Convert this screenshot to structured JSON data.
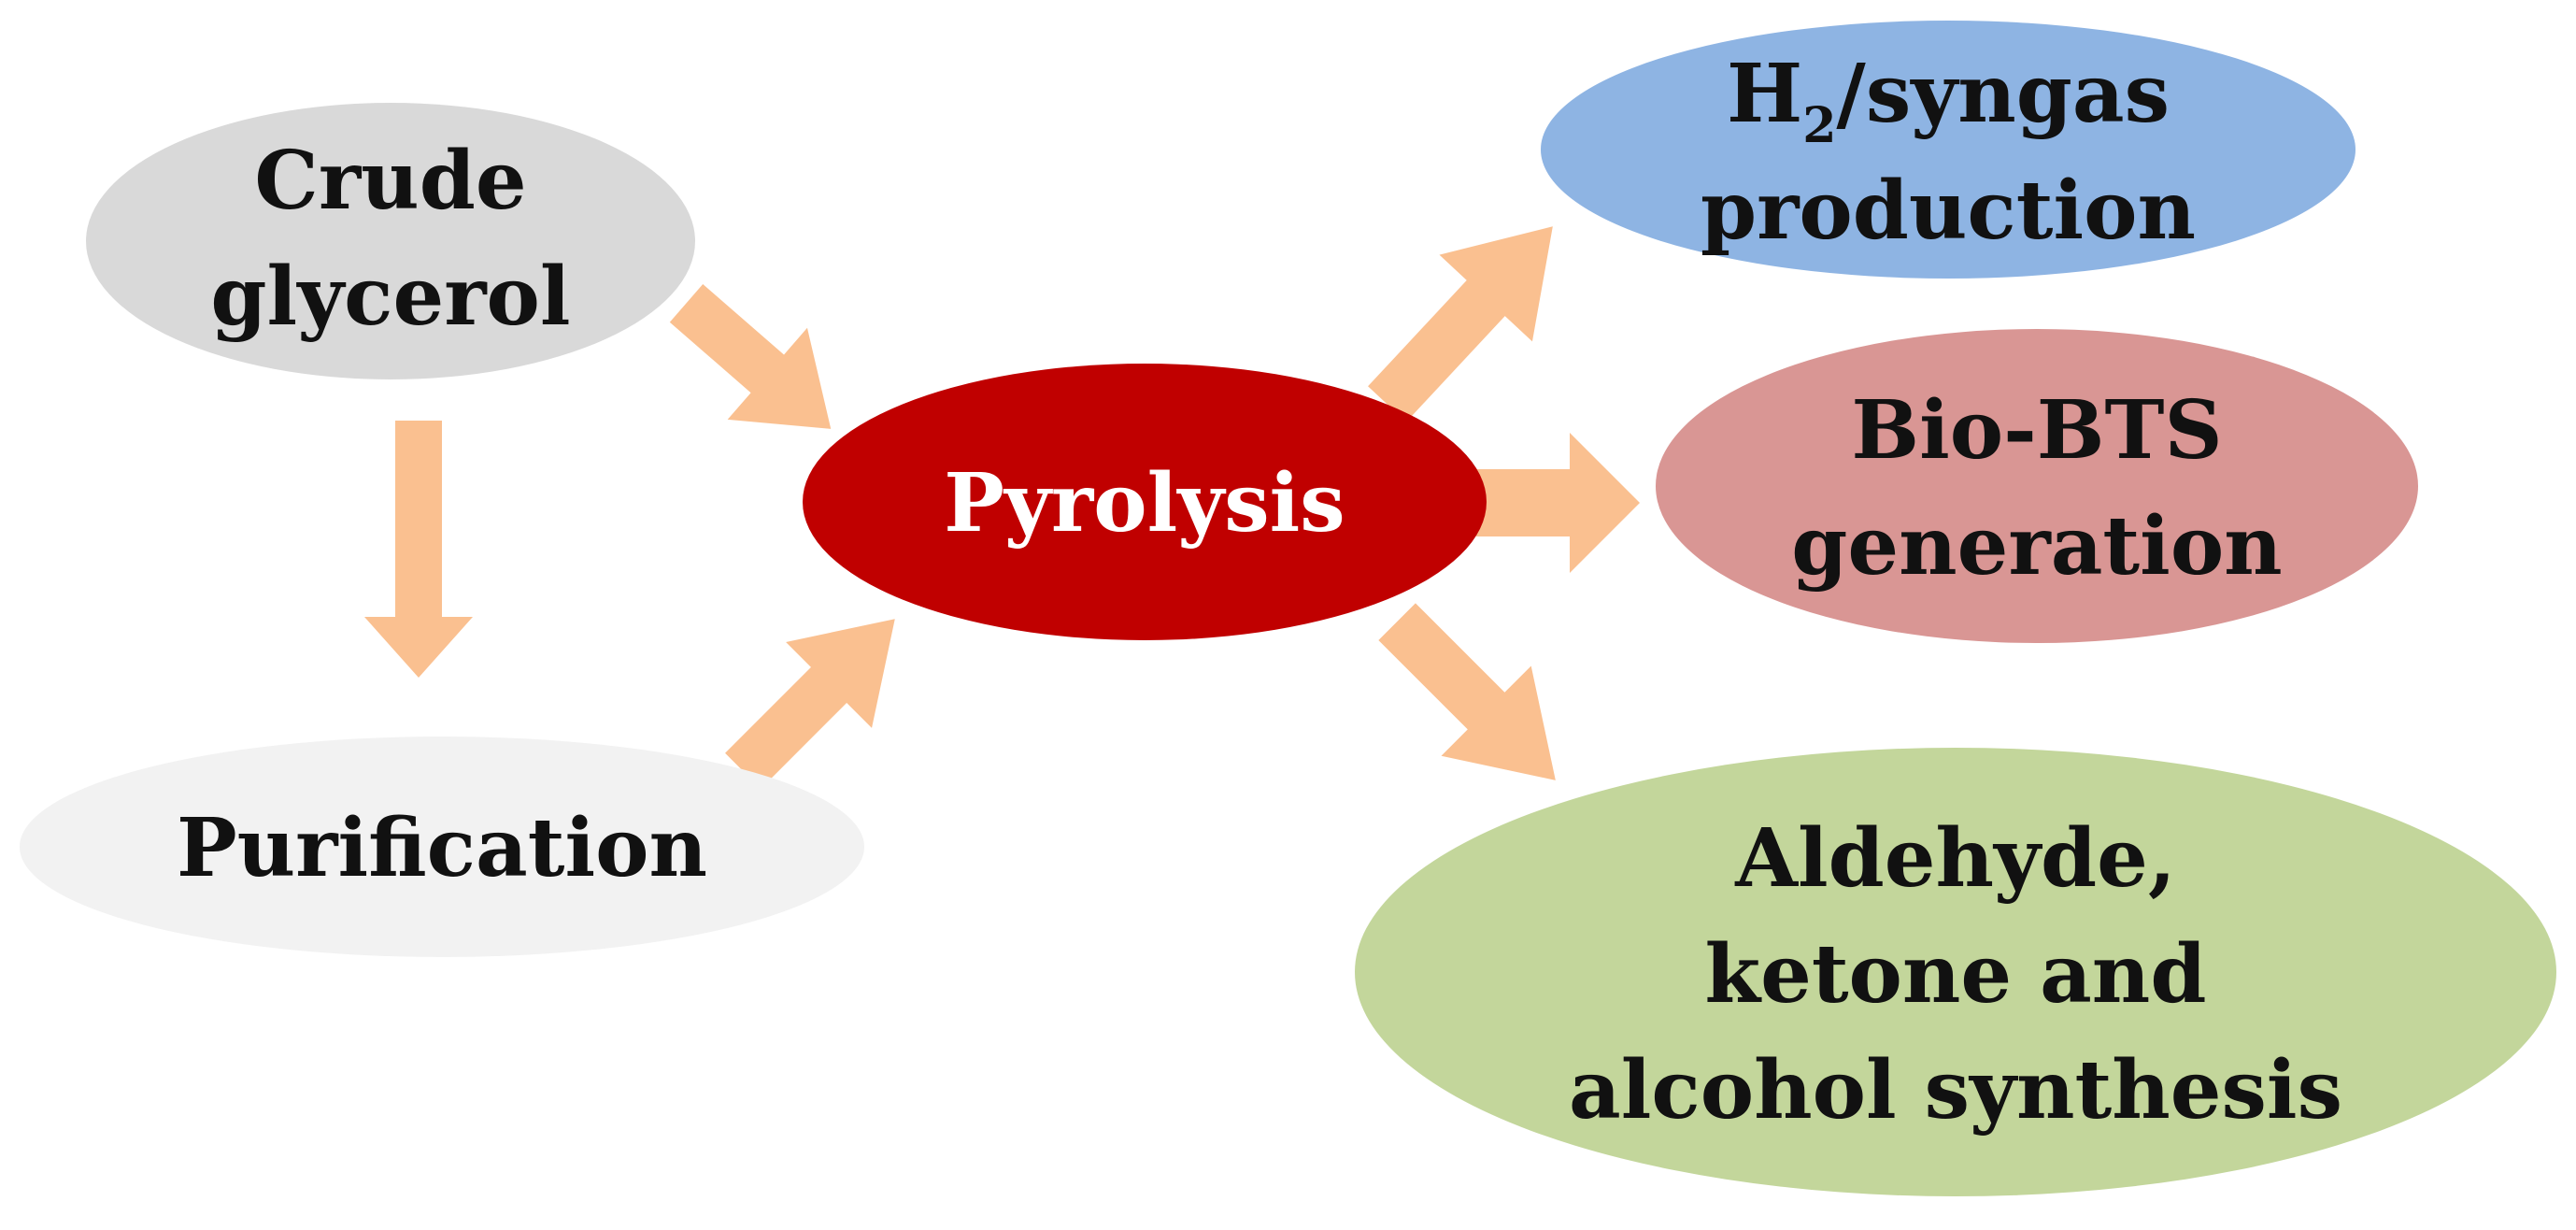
{
  "diagram": {
    "nodes": {
      "crude_glycerol": {
        "lines": [
          "Crude",
          "glycerol"
        ],
        "color": "#d9d9d9"
      },
      "purification": {
        "lines": [
          "Purification"
        ],
        "color": "#f2f2f2"
      },
      "pyrolysis": {
        "lines": [
          "Pyrolysis"
        ],
        "color": "#c00000"
      },
      "h2_syngas": {
        "line1_main": "H",
        "line1_subscript": "2",
        "line1_rest": "/syngas",
        "line2": "production",
        "color": "#8eb4e3"
      },
      "bio_bts": {
        "lines": [
          "Bio-BTS",
          "generation"
        ],
        "color": "#d99694"
      },
      "aldehyde": {
        "lines": [
          "Aldehyde,",
          "ketone and",
          "alcohol synthesis"
        ],
        "color": "#c3d69b"
      }
    },
    "arrow_color": "#fac090",
    "edges": [
      {
        "from": "Crude glycerol",
        "to": "Purification"
      },
      {
        "from": "Crude glycerol",
        "to": "Pyrolysis"
      },
      {
        "from": "Purification",
        "to": "Pyrolysis"
      },
      {
        "from": "Pyrolysis",
        "to": "H2/syngas production"
      },
      {
        "from": "Pyrolysis",
        "to": "Bio-BTS generation"
      },
      {
        "from": "Pyrolysis",
        "to": "Aldehyde, ketone and alcohol synthesis"
      }
    ]
  }
}
